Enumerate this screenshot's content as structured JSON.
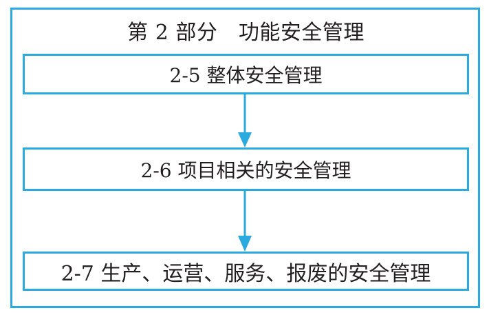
{
  "diagram": {
    "title": "第 2 部分　功能安全管理",
    "accent_color": "#2BAAE0",
    "text_color": "#231f20",
    "background_color": "#ffffff",
    "nodes": [
      {
        "id": "2-5",
        "label": "2-5 整体安全管理"
      },
      {
        "id": "2-6",
        "label": "2-6 项目相关的安全管理"
      },
      {
        "id": "2-7",
        "label": "2-7 生产、运营、服务、报废的安全管理"
      }
    ],
    "connectors": [
      {
        "from": "2-5",
        "to": "2-6",
        "style": "down-arrow"
      },
      {
        "from": "2-6",
        "to": "2-7",
        "style": "down-arrow"
      }
    ]
  }
}
